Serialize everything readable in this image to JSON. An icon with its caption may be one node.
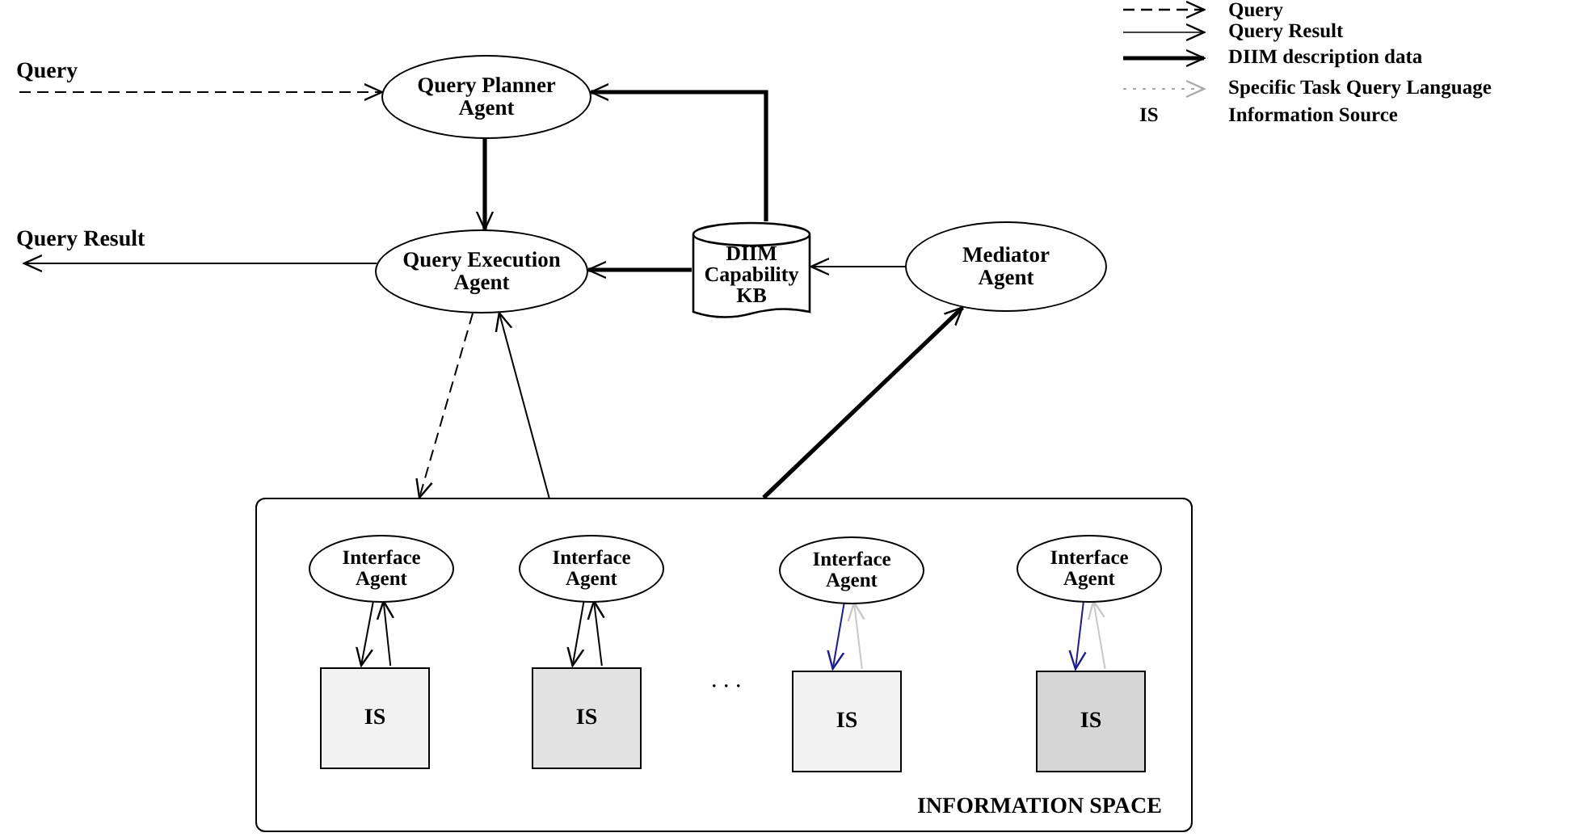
{
  "diagram": {
    "nodes": [
      {
        "text": [
          "Query"
        ]
      },
      {
        "text": [
          "Query Planner Agent"
        ]
      },
      {
        "text": [
          "Query Result"
        ]
      },
      {
        "text": [
          "Query Execution Agent"
        ]
      },
      {
        "text": [
          "DIIM Capability KB"
        ]
      },
      {
        "text": [
          "Mediator Agent"
        ]
      },
      {
        "text": [
          "INFORMATION SPACE"
        ]
      },
      {
        "text": [
          "Interface Agent"
        ],
        "in": 6
      },
      {
        "text": [
          "IS"
        ],
        "in": 6
      },
      {
        "text": [
          "Interface Agent"
        ],
        "in": 6
      },
      {
        "text": [
          "IS"
        ],
        "in": 6
      },
      {
        "text": [
          "Interface Agent"
        ],
        "in": 6
      },
      {
        "text": [
          "IS"
        ],
        "in": 6
      },
      {
        "text": [
          "Interface Agent"
        ],
        "in": 6
      },
      {
        "text": [
          "IS"
        ],
        "in": 6
      }
    ],
    "edges": [
      {
        "from": 0,
        "to": 1,
        "arrow": "to",
        "style": "dashed"
      },
      {
        "from": 1,
        "to": 3,
        "arrow": "to",
        "style": "thick"
      },
      {
        "from": 4,
        "to": 1,
        "arrow": "to",
        "style": "thick"
      },
      {
        "from": 4,
        "to": 3,
        "arrow": "to",
        "style": "thick"
      },
      {
        "from": 5,
        "to": 4,
        "arrow": "to"
      },
      {
        "from": 3,
        "to": 2,
        "arrow": "to"
      },
      {
        "from": 3,
        "to": 6,
        "arrow": "to",
        "style": "dashed"
      },
      {
        "from": 6,
        "to": 3,
        "arrow": "to"
      },
      {
        "from": 6,
        "to": 5,
        "arrow": "to",
        "style": "thick"
      },
      {
        "from": 7,
        "to": 8,
        "arrow": "to"
      },
      {
        "from": 8,
        "to": 7,
        "arrow": "to"
      },
      {
        "from": 9,
        "to": 10,
        "arrow": "to"
      },
      {
        "from": 10,
        "to": 9,
        "arrow": "to"
      },
      {
        "from": 11,
        "to": 12,
        "arrow": "to",
        "color": "#1a1a9a"
      },
      {
        "from": 12,
        "to": 11,
        "arrow": "to",
        "color": "#c8c8c8"
      },
      {
        "from": 13,
        "to": 14,
        "arrow": "to",
        "color": "#1a1a9a"
      },
      {
        "from": 14,
        "to": 13,
        "arrow": "to",
        "color": "#c8c8c8"
      }
    ],
    "labels": [
      "IS",
      "Information Source",
      ". . ."
    ],
    "legend": [
      {
        "text": "Query"
      },
      {
        "text": "Query Result"
      },
      {
        "text": "DIIM description data"
      },
      {
        "text": "Specific Task Query Language"
      }
    ]
  }
}
